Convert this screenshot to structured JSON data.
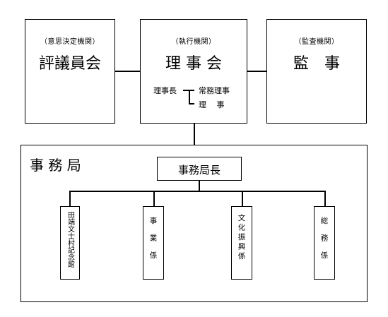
{
  "council": {
    "sub": "（意思決定機関）",
    "title": "評議員会"
  },
  "board": {
    "sub": "（執行機関）",
    "title": "理 事 会",
    "chair": "理事長",
    "executive": "常務理事",
    "member": "理　 事"
  },
  "audit": {
    "sub": "（監査機関）",
    "title": "監　事"
  },
  "secretariat": {
    "title": "事 務 局",
    "head": "事務局長",
    "units": [
      "田端文士村記念館",
      "事業係",
      "文化振興係",
      "総務係"
    ]
  }
}
